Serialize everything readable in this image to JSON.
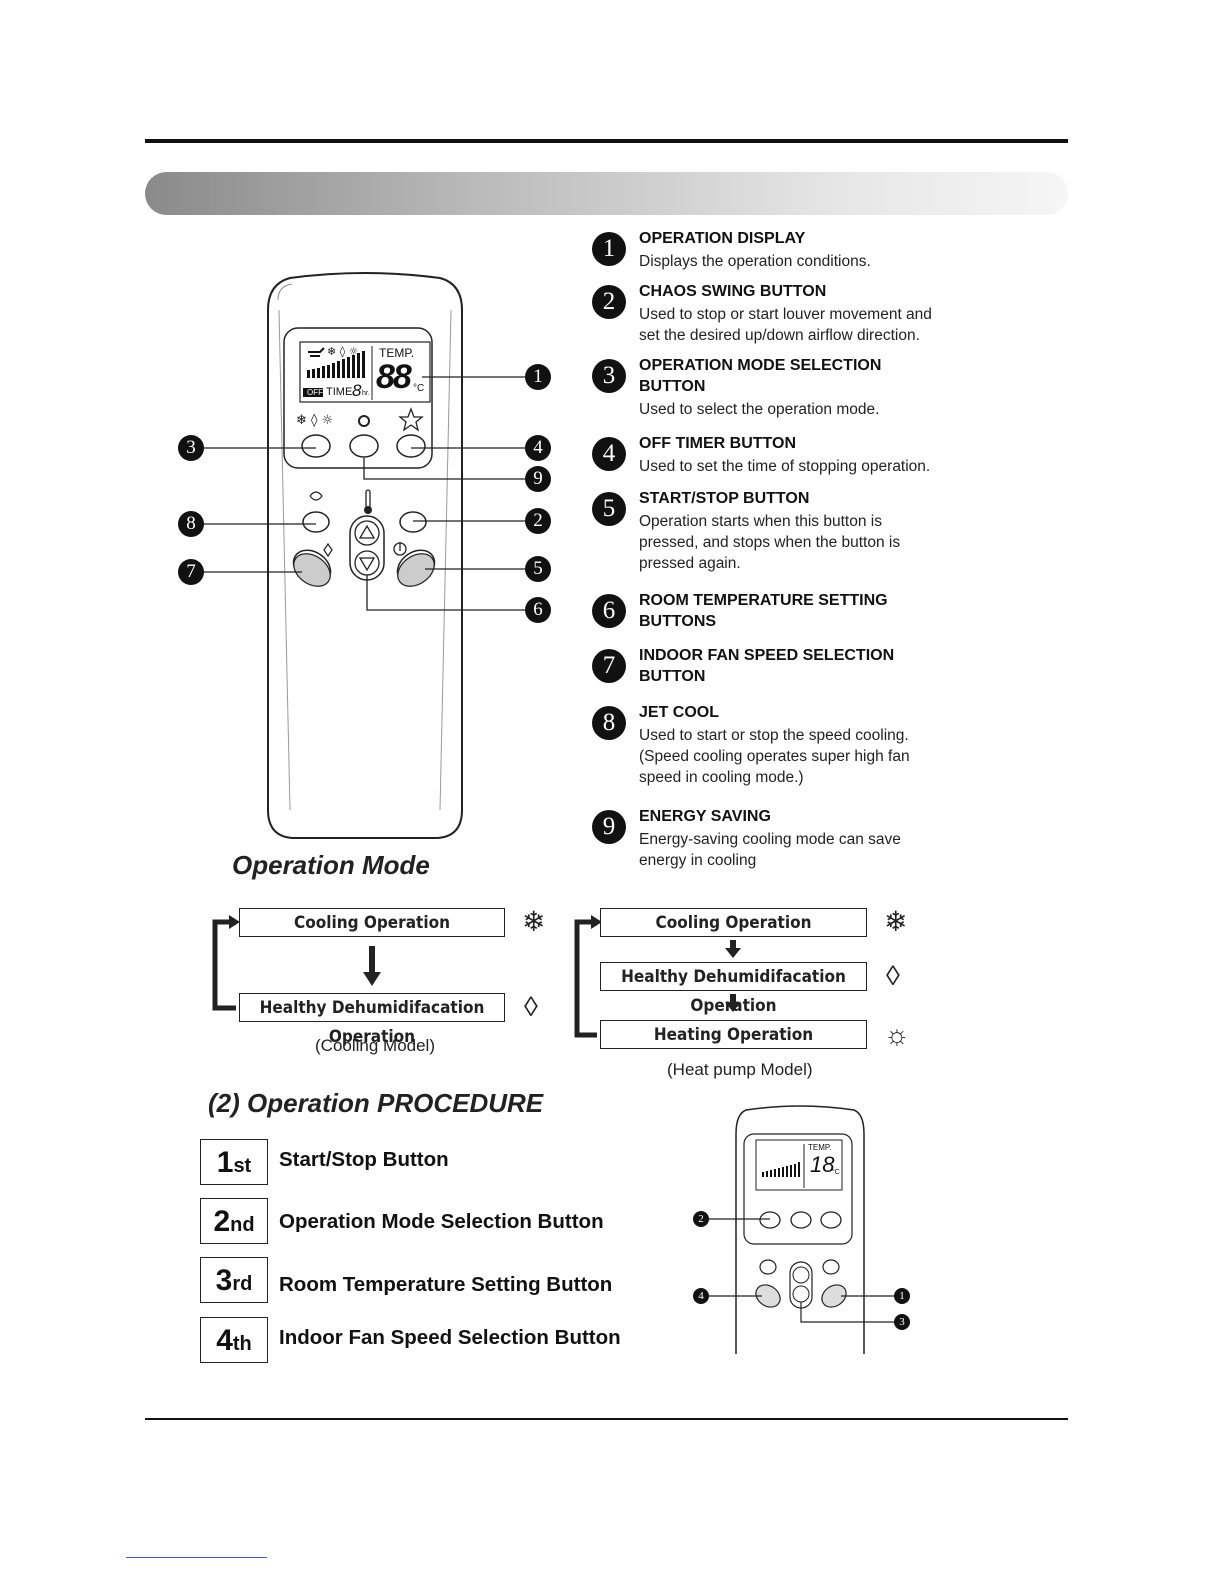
{
  "legend": [
    {
      "num": "1",
      "title": "OPERATION DISPLAY",
      "desc": "Displays the operation conditions."
    },
    {
      "num": "2",
      "title": "CHAOS SWING BUTTON",
      "desc": "Used to stop or start louver movement and set the desired up/down airflow direction."
    },
    {
      "num": "3",
      "title": "OPERATION MODE SELECTION BUTTON",
      "desc": "Used to select the operation mode."
    },
    {
      "num": "4",
      "title": "OFF TIMER BUTTON",
      "desc": "Used to set the time of stopping operation."
    },
    {
      "num": "5",
      "title": "START/STOP BUTTON",
      "desc": "Operation starts when this button is pressed, and stops when the button is pressed again."
    },
    {
      "num": "6",
      "title": "ROOM TEMPERATURE SETTING BUTTONS",
      "desc": ""
    },
    {
      "num": "7",
      "title": "INDOOR FAN SPEED SELECTION BUTTON",
      "desc": ""
    },
    {
      "num": "8",
      "title": "JET COOL",
      "desc": "Used to start or stop the speed cooling. (Speed cooling operates super high fan speed in cooling mode.)"
    },
    {
      "num": "9",
      "title": "ENERGY SAVING",
      "desc": "Energy-saving cooling mode can save energy in cooling"
    }
  ],
  "remote": {
    "temp_label": "TEMP.",
    "temp_value": "88",
    "temp_unit": "°C",
    "off_badge": "OFF",
    "timer_label": "TIME",
    "timer_value": "8",
    "timer_unit": "hr.",
    "mode_symbols": "❄ ◊ ☼",
    "callouts": [
      "1",
      "2",
      "3",
      "4",
      "5",
      "6",
      "7",
      "8",
      "9"
    ]
  },
  "operation_mode": {
    "title": "Operation Mode",
    "cooling_model": {
      "steps": [
        "Cooling Operation",
        "Healthy Dehumidifacation Operation"
      ],
      "caption": "(Cooling Model)"
    },
    "heat_pump_model": {
      "steps": [
        "Cooling Operation",
        "Healthy Dehumidifacation Operation",
        "Heating Operation"
      ],
      "caption": "(Heat pump Model)"
    },
    "icons": {
      "cooling": "snowflake-icon",
      "dehumid": "water-drop-icon",
      "heating": "sun-icon"
    }
  },
  "procedure": {
    "title": "(2) Operation PROCEDURE",
    "steps": [
      {
        "n": "1",
        "suffix": "st",
        "label": "Start/Stop Button"
      },
      {
        "n": "2",
        "suffix": "nd",
        "label": "Operation Mode Selection Button"
      },
      {
        "n": "3",
        "suffix": "rd",
        "label": "Room Temperature Setting Button"
      },
      {
        "n": "4",
        "suffix": "th",
        "label": "Indoor Fan Speed Selection Button"
      }
    ],
    "mini_remote": {
      "temp_label": "TEMP.",
      "temp_value": "18",
      "temp_unit": "°C",
      "callouts": [
        "2",
        "4",
        "1",
        "3"
      ]
    }
  }
}
